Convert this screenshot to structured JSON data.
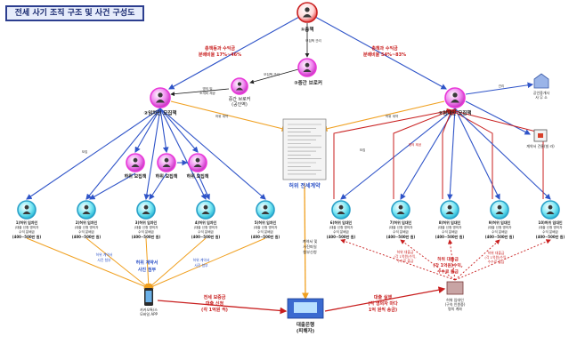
{
  "title": "전세 사기 조직 구조 및 사건 구성도",
  "colors": {
    "blue": "#2f54c8",
    "red": "#c81e1e",
    "orange": "#f0a020",
    "pink": "#e838d8",
    "cyan": "#2ad0e8",
    "dark": "#1a1a1a"
  },
  "nodes": {
    "boss": {
      "label": "①총책"
    },
    "mid_broker_3": {
      "label": "③중간 브로커"
    },
    "mid_broker_2": {
      "label1": "중간 브로커",
      "label2": "(공인역)"
    },
    "lessee_recruiter": {
      "label": "②임차인 모집책"
    },
    "lessor_recruiter": {
      "label": "②임대인 모집책"
    },
    "sub_recruiter_a": {
      "label": "하위 모집책"
    },
    "sub_recruiter_b": {
      "label": "하위 모집책"
    },
    "sub_recruiter_c": {
      "label": "하위 모집책"
    },
    "realtor": {
      "label1": "공인중개사",
      "label2": "사 무 소"
    },
    "contract_doc": {
      "label": "계약서 건물(빌 라)"
    },
    "fake_contract": {
      "label": "허위 전세계약"
    },
    "bank": {
      "label1": "대출은행",
      "label2": "(피해자)"
    },
    "app": {
      "label1": "카카오톡/스",
      "label2": "모바일 APP"
    },
    "lessor_group": {
      "label1": "허위 임대인",
      "label2": "(구속 인원중)",
      "label3": "명의 계좌"
    }
  },
  "lessees": [
    {
      "label": "1)허위 임차인",
      "line2": "(대출 신청 명의자",
      "line3": "수익 분배금",
      "line4": "(400~500만 원)"
    },
    {
      "label": "2)허위 임차인",
      "line2": "(대출 신청 명의자",
      "line3": "수익 분배금",
      "line4": "(400~500만 원)"
    },
    {
      "label": "3)허위 임차인",
      "line2": "(대출 신청 명의자",
      "line3": "수익 분배금",
      "line4": "(400~500만 원)"
    },
    {
      "label": "4)허위 임차인",
      "line2": "(대출 신청 명의자",
      "line3": "수익 분배금",
      "line4": "(400~500만 원)"
    },
    {
      "label": "5)허위 임차인",
      "line2": "(대출 신청 명의자",
      "line3": "수익 분배금",
      "line4": "(400~500만 원)"
    }
  ],
  "lessors": [
    {
      "label": "6)허위 임대인",
      "line2": "(대출 신청 명의자",
      "line3": "수익 분배금",
      "line4": "(400~500만 원)"
    },
    {
      "label": "7)허위 임대인",
      "line2": "(대출 신청 명의자",
      "line3": "수익 분배금",
      "line4": "(400~500만 원)"
    },
    {
      "label": "8)허위 임대인",
      "line2": "(대출 신청 명의자",
      "line3": "수익 분배금",
      "line4": "(400~500만 원)"
    },
    {
      "label": "9)허위 임대인",
      "line2": "(대출 신청 명의자",
      "line3": "수익 분배금",
      "line4": "(400~500만 원)"
    },
    {
      "label": "10)허위 임대인",
      "line2": "(대출 신청 명의자",
      "line3": "수익 분배금",
      "line4": "(400~500만 원)"
    }
  ],
  "edges": {
    "left_share_1": "총책등과 수익금",
    "left_share_2": "분배비율 17%~46%",
    "right_share_1": "총책과 수익금",
    "right_share_2": "분배비율 54%~83%",
    "boss_mid": "모집책 관리",
    "mid_mid": "모집책 관리",
    "mid_lessee_1": "명의 및",
    "mid_lessee_2": "소개비 제공",
    "lessee_contract": "허위 계약",
    "lessor_contract": "허위 계약",
    "realtor_link": "관리",
    "recruit": "모집",
    "recruit_sub": "모집",
    "provide": "명의 제공",
    "bank_provide_1": "계약서 및",
    "bank_provide_2": "사진파일",
    "bank_provide_3": "첨부신청",
    "app_send_1": "허위 계약서",
    "app_send_2": "사진 첨부",
    "loan_apply_1": "전세 보증금",
    "loan_apply_2": "대출 신청",
    "loan_apply_3": "(각 1억원 씩)",
    "loan_exec_1": "대출 실행",
    "loan_exec_2": "(각 명의자 마다",
    "loan_exec_3": "1억 원씩 송금)",
    "loan_mid_1": "허위 대출금",
    "loan_mid_2": "(각 1억원)수익,",
    "loan_mid_3": "수수료 출금",
    "loan_left_1": "허위 대출금",
    "loan_left_2": "(각 1억원)수익,",
    "loan_left_3": "수수료 출금",
    "loan_right_1": "허위 대출금",
    "loan_right_2": "(각 1억원)수익,",
    "loan_right_3": "수수료 출금"
  }
}
